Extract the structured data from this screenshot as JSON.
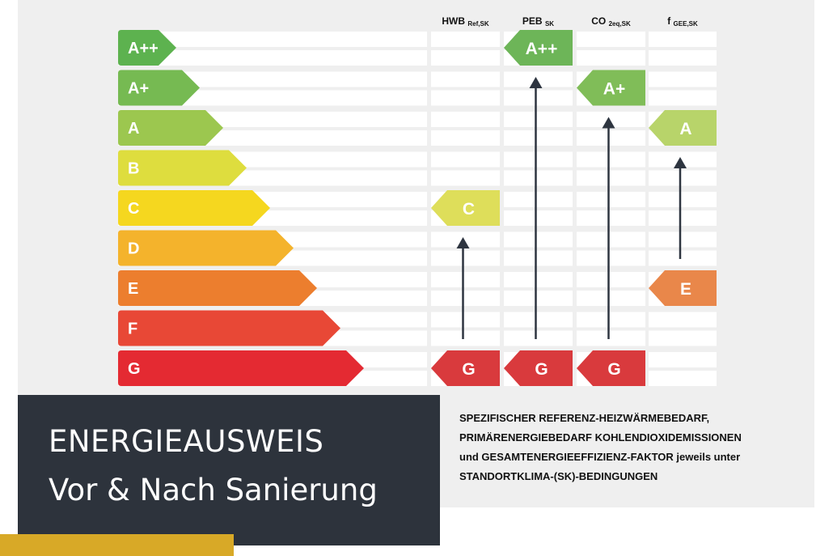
{
  "title": {
    "line1": "ENERGIEAUSWEIS",
    "line2": "Vor & Nach Sanierung"
  },
  "description_lines": [
    "SPEZIFISCHER REFERENZ-HEIZWÄRMEBEDARF,",
    "PRIMÄRENERGIEBEDARF KOHLENDIOXIDEMISSIONEN",
    "und GESAMTENERGIEEFFIZIENZ-FAKTOR jeweils unter",
    "STANDORTKLIMA-(SK)-BEDINGUNGEN"
  ],
  "scale": {
    "classes": [
      "A++",
      "A+",
      "A",
      "B",
      "C",
      "D",
      "E",
      "F",
      "G"
    ],
    "colors": [
      "#5db24f",
      "#76ba52",
      "#9cc74f",
      "#dedd3e",
      "#f5d71f",
      "#f4b32c",
      "#ec7e2e",
      "#e84836",
      "#e42a32"
    ]
  },
  "columns": [
    {
      "main": "HWB",
      "sub": "Ref,SK",
      "before": "G",
      "after": "C"
    },
    {
      "main": "PEB",
      "sub": "SK",
      "before": "G",
      "after": "A++"
    },
    {
      "main": "CO",
      "sub": "2eq,SK",
      "before": "G",
      "after": "A+"
    },
    {
      "main": "f",
      "sub": "GEE,SK",
      "before": "E",
      "after": "A"
    }
  ],
  "marker_colors": {
    "A++": "#6db558",
    "A+": "#80bd58",
    "A": "#b8d46a",
    "C": "#dede5a",
    "E": "#e9874a",
    "G": "#d93a3d"
  },
  "arrow_color": "#2e3540",
  "gold_bar_color": "#d8a927"
}
